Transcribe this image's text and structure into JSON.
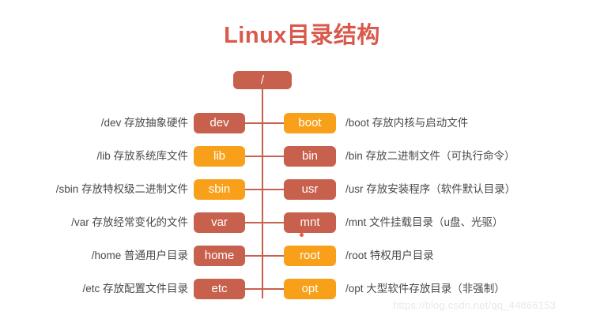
{
  "title": "Linux目录结构",
  "colors": {
    "red": "#C8604E",
    "orange": "#F9A01B",
    "title": "#D9594C",
    "text": "#4a4a4a",
    "watermark": "#e8e8e8"
  },
  "root": {
    "label": "/",
    "color": "red"
  },
  "rows": [
    {
      "left": {
        "label": "dev",
        "color": "red",
        "desc": "/dev 存放抽象硬件"
      },
      "right": {
        "label": "boot",
        "color": "orange",
        "desc": "/boot 存放内核与启动文件"
      }
    },
    {
      "left": {
        "label": "lib",
        "color": "orange",
        "desc": "/lib 存放系统库文件"
      },
      "right": {
        "label": "bin",
        "color": "red",
        "desc": "/bin 存放二进制文件（可执行命令）"
      }
    },
    {
      "left": {
        "label": "sbin",
        "color": "orange",
        "desc": "/sbin 存放特权级二进制文件"
      },
      "right": {
        "label": "usr",
        "color": "red",
        "desc": "/usr 存放安装程序（软件默认目录）"
      }
    },
    {
      "left": {
        "label": "var",
        "color": "red",
        "desc": "/var 存放经常变化的文件"
      },
      "right": {
        "label": "mnt",
        "color": "red",
        "desc": "/mnt 文件挂载目录（u盘、光驱）"
      }
    },
    {
      "left": {
        "label": "home",
        "color": "red",
        "desc": "/home 普通用户目录"
      },
      "right": {
        "label": "root",
        "color": "orange",
        "desc": "/root 特权用户目录"
      }
    },
    {
      "left": {
        "label": "etc",
        "color": "red",
        "desc": "/etc 存放配置文件目录"
      },
      "right": {
        "label": "opt",
        "color": "orange",
        "desc": "/opt 大型软件存放目录（非强制）"
      }
    }
  ],
  "watermark": "https://blog.csdn.net/qq_44866153"
}
